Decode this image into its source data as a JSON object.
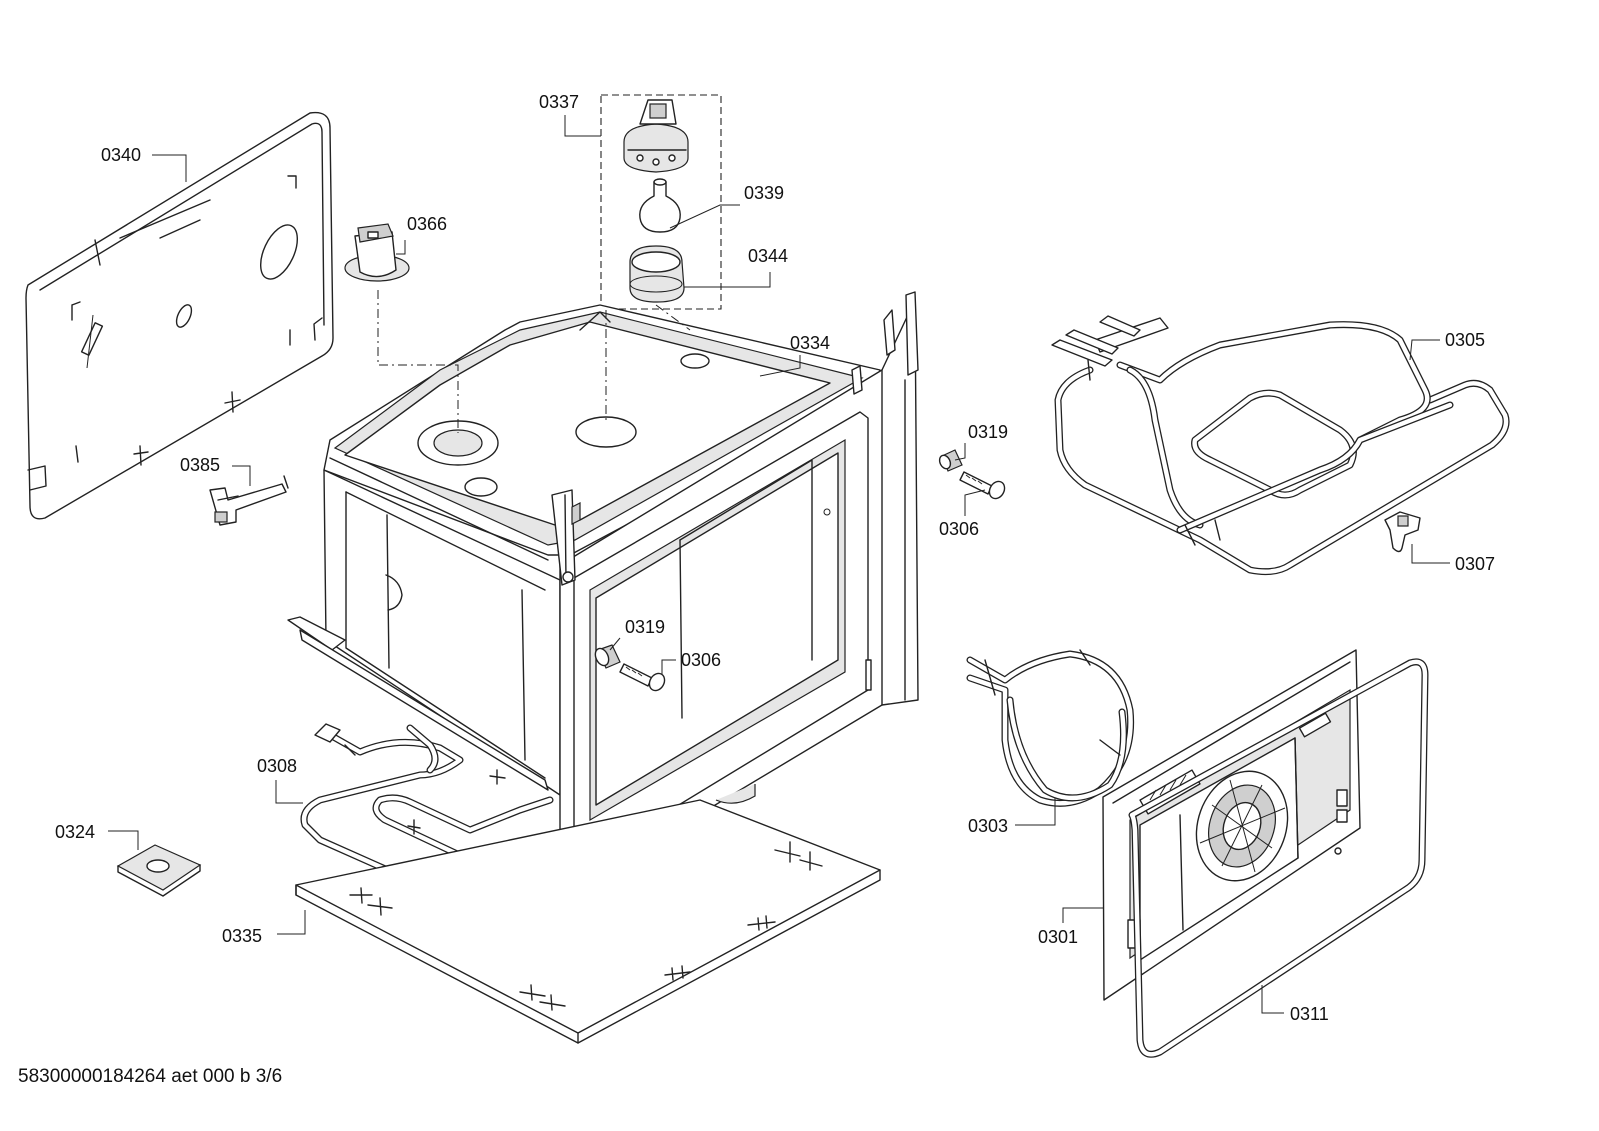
{
  "labels": {
    "p0337": "0337",
    "p0339": "0339",
    "p0344": "0344",
    "p0340": "0340",
    "p0366": "0366",
    "p0334": "0334",
    "p0305": "0305",
    "p0319a": "0319",
    "p0306a": "0306",
    "p0307": "0307",
    "p0385": "0385",
    "p0319b": "0319",
    "p0306b": "0306",
    "p0308": "0308",
    "p0324": "0324",
    "p0303": "0303",
    "p0335": "0335",
    "p0301": "0301",
    "p0311": "0311"
  },
  "footer": "58300000184264 aet 000 b 3/6"
}
